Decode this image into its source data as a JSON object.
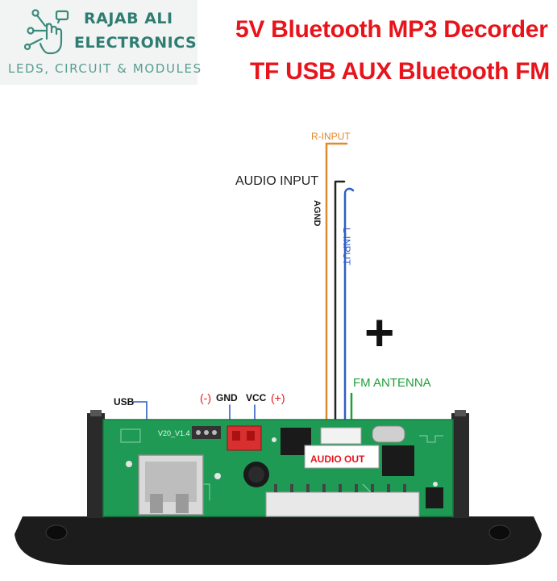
{
  "logo": {
    "name_line1": "RAJAB ALI",
    "name_line2": "ELECTRONICS",
    "tagline": "LEDS, CIRCUIT & MODULES",
    "icon": "hand-circuit-icon",
    "color": "#2f7d72"
  },
  "title": {
    "line1": "5V Bluetooth MP3 Decorder",
    "line2": "TF USB AUX Bluetooth FM",
    "color": "#e8141b"
  },
  "labels": {
    "r_input": "R-INPUT",
    "audio_input": "AUDIO INPUT",
    "agnd": "AGND",
    "l_input": "L-INPUT",
    "plus": "+",
    "fm_antenna": "FM ANTENNA",
    "usb": "USB",
    "gnd_sign": "(-)",
    "gnd": "GND",
    "vcc": "VCC",
    "vcc_sign": "(+)",
    "audio_out": "AUDIO OUT",
    "board_version": "V20_V1.4"
  },
  "colors": {
    "r_input_wire": "#e0892f",
    "agnd_wire": "#222222",
    "l_input_wire": "#2f5fc4",
    "fm_wire": "#1ea03a",
    "pcb": "#1f9a55",
    "panel": "#1c1c1c"
  }
}
